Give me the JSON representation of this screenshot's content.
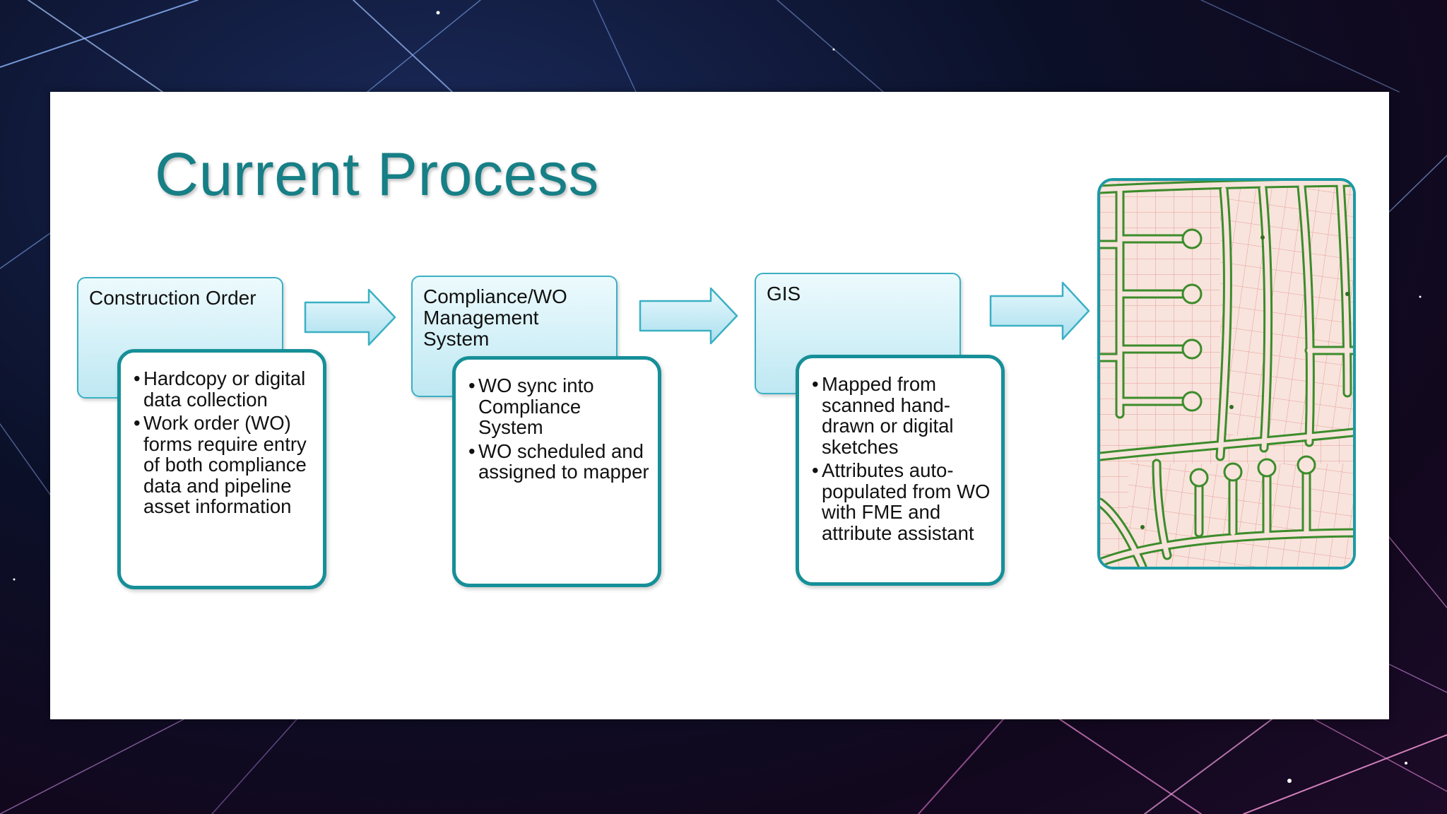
{
  "title": "Current Process",
  "steps": [
    {
      "label": "Construction Order",
      "details": [
        "Hardcopy or digital data collection",
        "Work order (WO) forms require entry of both compliance data and pipeline asset information"
      ]
    },
    {
      "label": "Compliance/WO Management System",
      "details": [
        "WO sync into Compliance System",
        "WO scheduled and assigned to mapper"
      ]
    },
    {
      "label": "GIS",
      "details": [
        "Mapped from scanned hand-drawn or digital sketches",
        "Attributes auto-populated from WO with FME and attribute assistant"
      ]
    }
  ],
  "colors": {
    "title": "#177f86",
    "card_border": "#168f98",
    "step_fill_top": "#ecfafd",
    "step_fill_bottom": "#bfe8f3",
    "arrow_fill": "#c4ebf4",
    "arrow_stroke": "#3bb0c4",
    "map_parcel": "#f8e4dc",
    "map_line": "#e89a9a",
    "map_road": "#3c8c2c"
  },
  "icons": {
    "arrow": "right-arrow-icon",
    "map": "parcel-map-image"
  }
}
